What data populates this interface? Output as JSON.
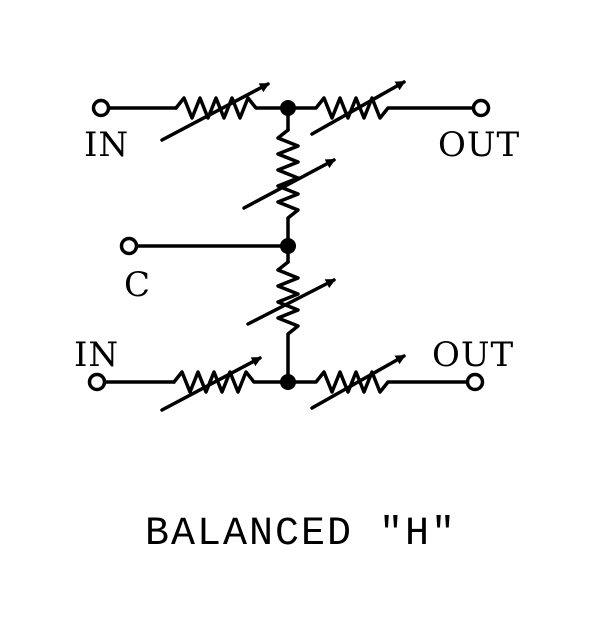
{
  "labels": {
    "in_top": "IN",
    "out_top": "OUT",
    "common": "C",
    "in_bottom": "IN",
    "out_bottom": "OUT"
  },
  "caption": "BALANCED \"H\"",
  "colors": {
    "ink": "#000000",
    "background": "#ffffff"
  }
}
